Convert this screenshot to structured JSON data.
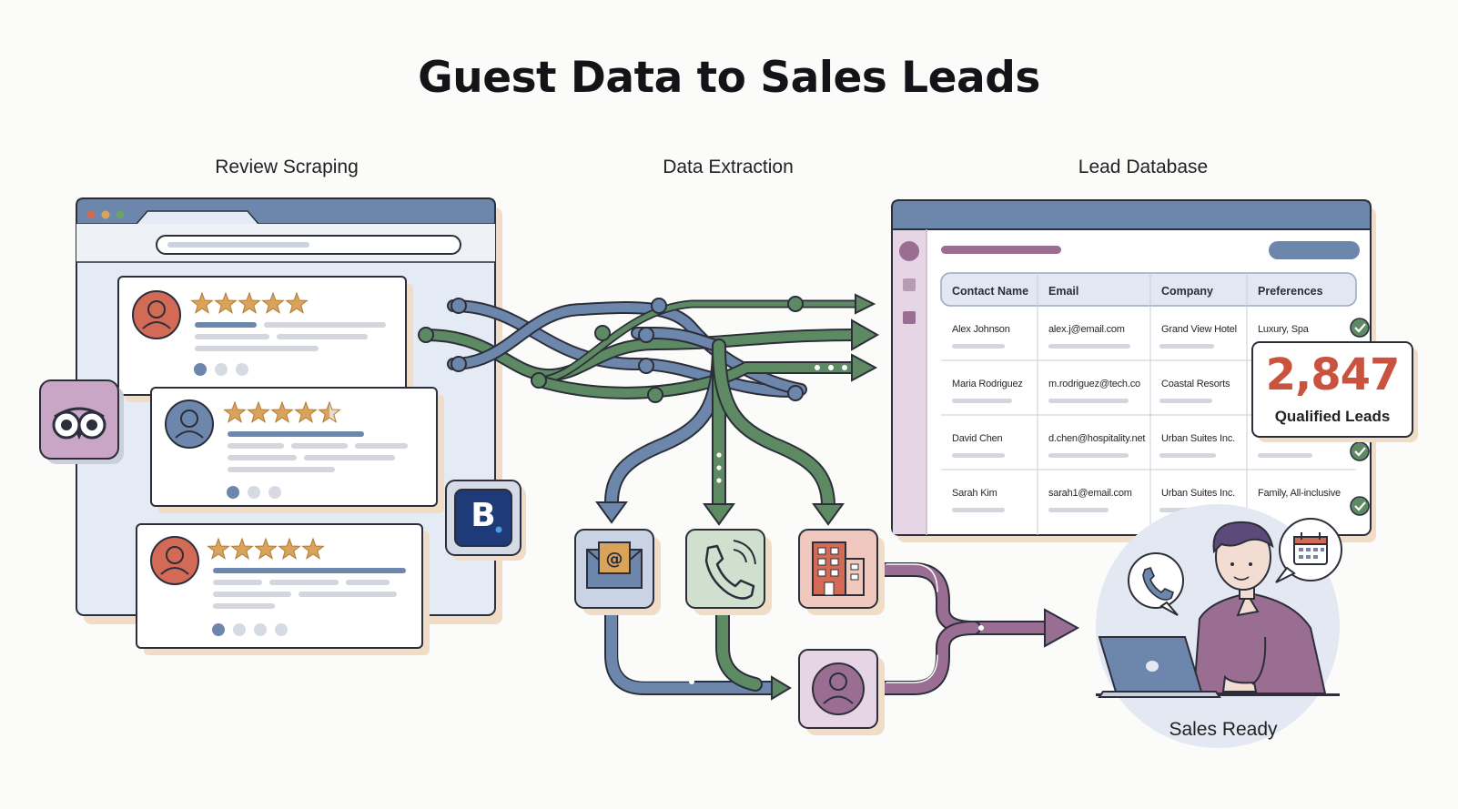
{
  "title": "Guest Data to Sales Leads",
  "sections": {
    "review_scraping": "Review Scraping",
    "data_extraction": "Data Extraction",
    "lead_database": "Lead Database",
    "sales_ready": "Sales Ready"
  },
  "booking_logo_letter": "B",
  "table": {
    "headers": [
      "Contact Name",
      "Email",
      "Company",
      "Preferences"
    ],
    "rows": [
      [
        "Alex Johnson",
        "alex.j@email.com",
        "Grand View Hotel",
        "Luxury, Spa"
      ],
      [
        "Maria Rodriguez",
        "m.rodriguez@tech.co",
        "Coastal Resorts",
        ""
      ],
      [
        "David Chen",
        "d.chen@hospitality.net",
        "Urban Suites Inc.",
        ""
      ],
      [
        "Sarah Kim",
        "sarah1@email.com",
        "Urban Suites Inc.",
        "Family, All-inclusive"
      ]
    ]
  },
  "lead_stat": {
    "count": "2,847",
    "label": "Qualified Leads"
  },
  "review_ratings": [
    5,
    4.5,
    5
  ],
  "icons": [
    "tripadvisor-owl-icon",
    "booking-logo-icon",
    "email-icon",
    "phone-icon",
    "building-icon",
    "user-profile-icon",
    "calendar-icon",
    "phone-bubble-icon",
    "check-icon",
    "laptop-icon"
  ],
  "colors": {
    "blue": "#5a7ca8",
    "green": "#5e8a63",
    "mauve": "#9a6e93",
    "coral": "#c9533f",
    "gold": "#d9a35a"
  }
}
